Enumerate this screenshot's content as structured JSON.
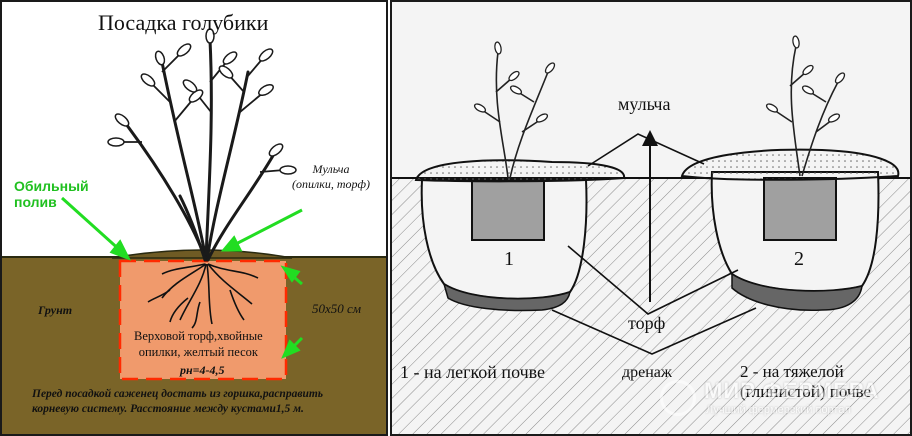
{
  "left_panel": {
    "title": "Посадка голубики",
    "watering_label_line1": "Обильный",
    "watering_label_line2": "полив",
    "mulch_label_line1": "Мульча",
    "mulch_label_line2": "(опилки, торф)",
    "soil_label": "Грунт",
    "pit_size": "50х50 см",
    "pit_fill_line1": "Верховой торф,хвойные",
    "pit_fill_line2": "опилки, желтый песок",
    "ph": "рн=4-4,5",
    "note_line1": "Перед посадкой саженец достать из горшка,расправить",
    "note_line2": "корневую систему. Расстояние между кустами1,5 м.",
    "colors": {
      "soil": "#7a6428",
      "pit": "#f09a6c",
      "arrow_green": "#22dd22",
      "watering_text": "#20c020",
      "pit_border": "#ff2a00"
    }
  },
  "right_panel": {
    "label_mulch": "мульча",
    "label_peat": "торф",
    "label_drainage": "дренаж",
    "pit_1_number": "1",
    "pit_2_number": "2",
    "caption_1": "1 - на легкой почве",
    "caption_2_line1": "2 - на тяжелой",
    "caption_2_line2": "(глинистой) почве",
    "watermark_title": "МИР ФЕРМЕРА",
    "watermark_subtitle": "Лучший фермерский портал"
  }
}
